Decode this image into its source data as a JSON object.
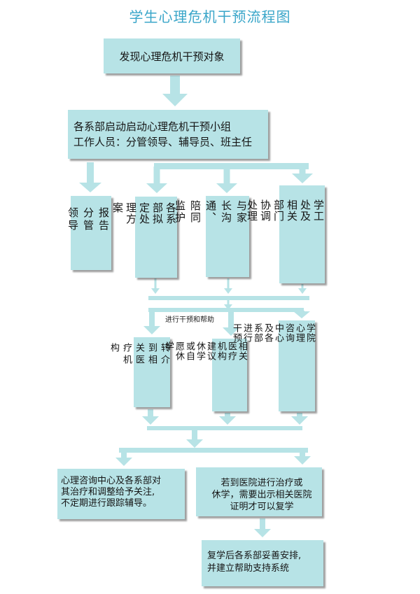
{
  "title": "学生心理危机干预流程图",
  "colors": {
    "box": "#b7e3e6",
    "arrow": "#b7e3e6",
    "title": "#3aa6c9"
  },
  "nodes": {
    "discover": "发现心理危机干预对象",
    "start_group_line1": "各系部启动启动心理危机干预小组",
    "start_group_line2": "工作人员：分管领导、辅导员、班主任",
    "report": "报告\n分管\n领导",
    "plan": "各系\n部拟\n定处\n理方\n案",
    "parents": "与家\n长沟\n通、\n陪同\n监护",
    "coordinate": "学工\n处及\n相关\n部门\n协调\n处理",
    "refer": "转介\n到相\n关医\n疗机\n构",
    "leave": "相关\n医疗\n机构\n建议\n休学\n或自\n愿休\n学",
    "center": "学院\n心理\n咨询\n中心\n及各\n系部\n进行\n干预",
    "followup": "心理咨询中心及各系部对\n其治疗和调整给予关注,\n不定期进行跟踪辅导。",
    "return_cert": "若到医院进行治疗或\n休学，需要出示相关医院\n证明才可以复学",
    "support": "复学后各系部妥善安排,\n并建立帮助支持系统"
  },
  "edge_labels": {
    "intervene": "进行干预和帮助"
  }
}
